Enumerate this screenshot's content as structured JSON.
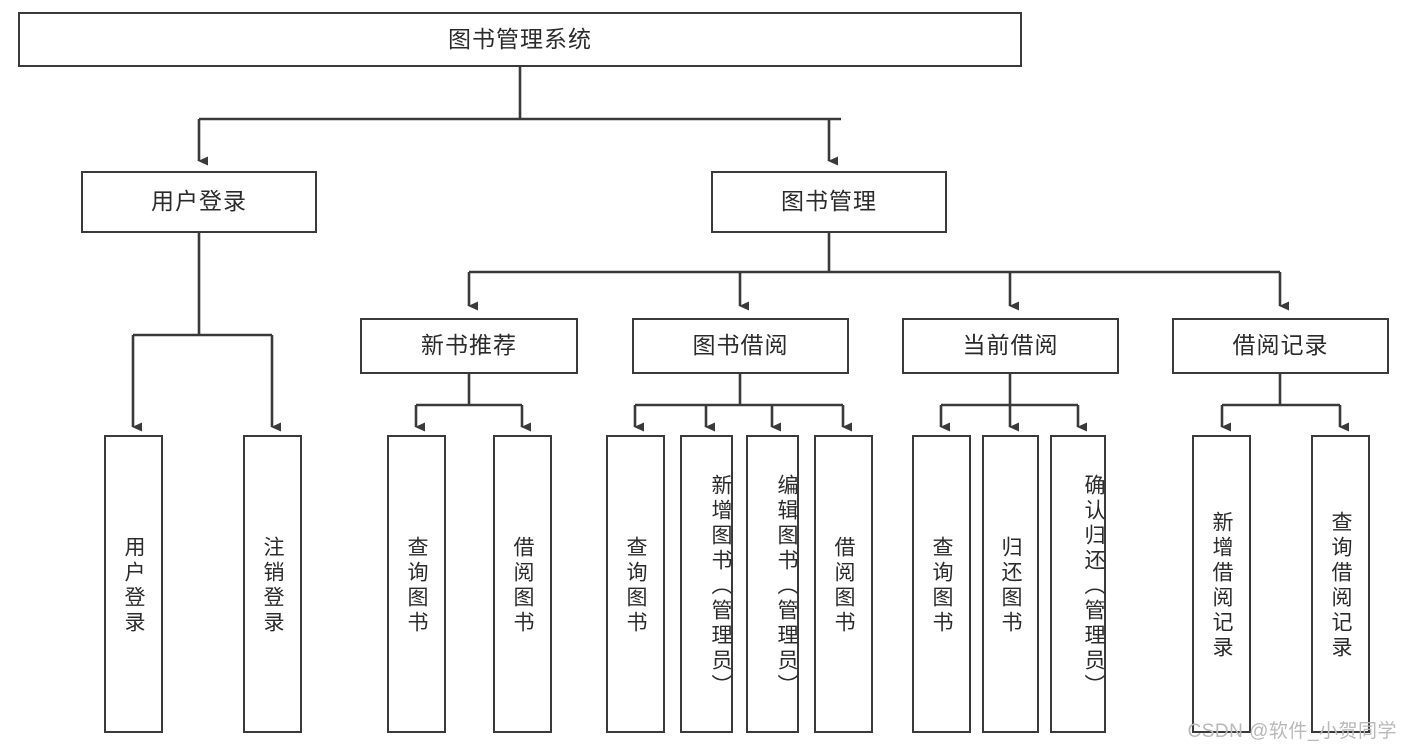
{
  "diagram": {
    "title": "图书管理系统",
    "type": "tree-hierarchy",
    "levels": 4,
    "root": {
      "label": "图书管理系统"
    },
    "level2": [
      {
        "label": "用户登录"
      },
      {
        "label": "图书管理"
      }
    ],
    "level3": [
      {
        "label": "新书推荐"
      },
      {
        "label": "图书借阅"
      },
      {
        "label": "当前借阅"
      },
      {
        "label": "借阅记录"
      }
    ],
    "leaves": {
      "user_login": [
        {
          "label": "用户登录"
        },
        {
          "label": "注销登录"
        }
      ],
      "new_book_recommend": [
        {
          "label": "查询图书"
        },
        {
          "label": "借阅图书"
        }
      ],
      "book_borrow": [
        {
          "label": "查询图书"
        },
        {
          "label": "新增图书（管理员）"
        },
        {
          "label": "编辑图书（管理员）"
        },
        {
          "label": "借阅图书"
        }
      ],
      "current_borrow": [
        {
          "label": "查询图书"
        },
        {
          "label": "归还图书"
        },
        {
          "label": "确认归还（管理员）"
        }
      ],
      "borrow_record": [
        {
          "label": "新增借阅记录"
        },
        {
          "label": "查询借阅记录"
        }
      ]
    }
  },
  "watermark": {
    "text": "CSDN @软件_小贺同学"
  },
  "colors": {
    "stroke": "#3a3a3a",
    "text": "#2b2b2b",
    "background": "#ffffff",
    "watermark": "#b9b9b9"
  }
}
